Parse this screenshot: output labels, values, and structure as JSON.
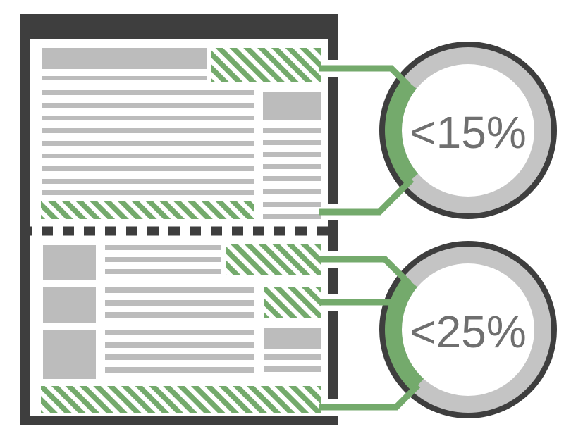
{
  "colors": {
    "frame": "#3e3e3e",
    "bar": "#bcbcbc",
    "ring": "#c4c4c4",
    "green": "#74aa6c",
    "label": "#6f6f6f",
    "bg": "#ffffff"
  },
  "donuts": [
    {
      "label": "<15%",
      "arc_start_deg": 141,
      "arc_end_deg": 221
    },
    {
      "label": "<25%",
      "arc_start_deg": 140,
      "arc_end_deg": 228
    }
  ]
}
